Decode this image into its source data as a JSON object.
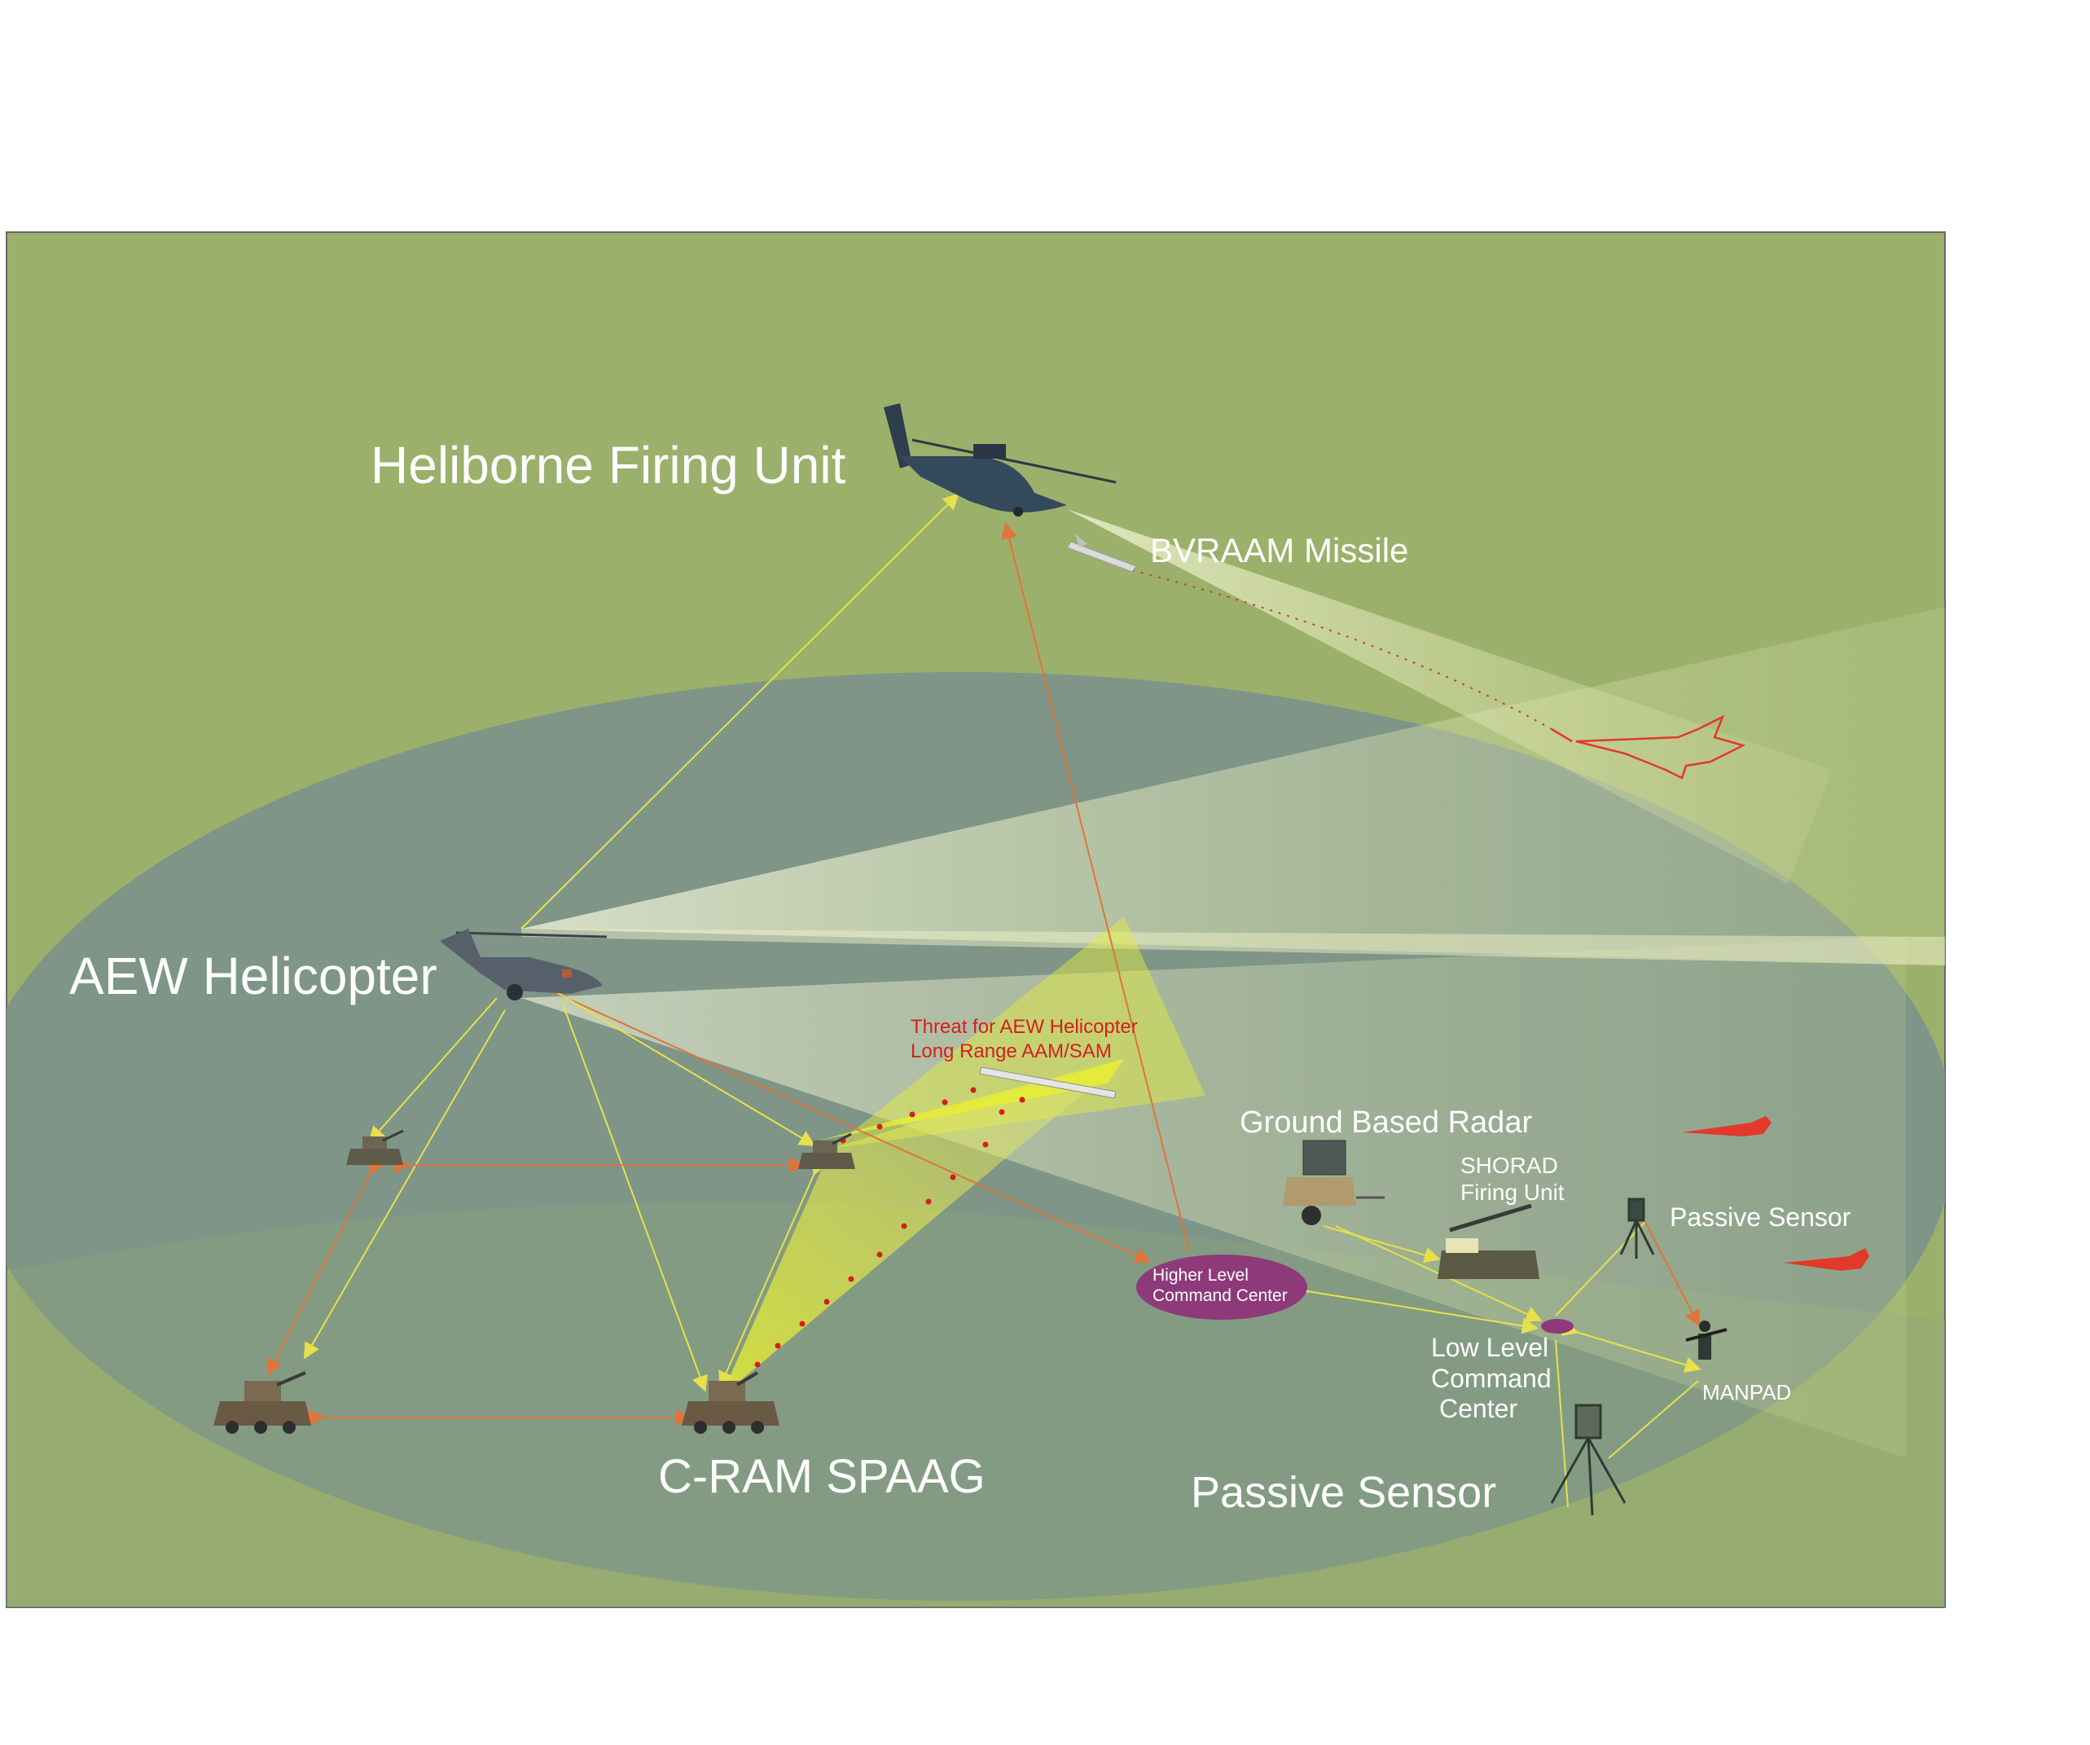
{
  "labels": {
    "heliborne_firing_unit": "Heliborne Firing Unit",
    "bvraam_missile": "BVRAAM Missile",
    "aew_helicopter": "AEW Helicopter",
    "threat_line1": "Threat for AEW Helicopter",
    "threat_line2": "Long Range AAM/SAM",
    "ground_based_radar": "Ground Based Radar",
    "shorad_line1": "SHORAD",
    "shorad_line2": "Firing Unit",
    "passive_sensor_small": "Passive Sensor",
    "higher_cc_line1": "Higher Level",
    "higher_cc_line2": "Command Center",
    "low_cc_line1": "Low Level",
    "low_cc_line2": "Command",
    "low_cc_line3": "Center",
    "manpad": "MANPAD",
    "cram_spaag": "C-RAM SPAAG",
    "passive_sensor_large": "Passive Sensor"
  },
  "colors": {
    "background_olive": "#9bb06b",
    "coverage_ellipse": "#7c948a",
    "radar_beam": "#f4f7c8",
    "threat_beam": "#e6ef3a",
    "command_center": "#8e3a7a",
    "threat_text": "#d3201c",
    "link_yellow": "#e8e04a",
    "link_orange": "#e0743a",
    "enemy_jet": "#e23a2a"
  },
  "icons": {
    "heliborne_helicopter": "helicopter-icon",
    "aew_helicopter": "helicopter-icon",
    "missile": "missile-icon",
    "spaag_vehicle": "armored-vehicle-icon",
    "radar_trailer": "radar-icon",
    "shorad_launcher": "launcher-icon",
    "passive_sensor": "tripod-sensor-icon",
    "manpad_soldier": "soldier-icon",
    "enemy_jet": "jet-icon"
  }
}
